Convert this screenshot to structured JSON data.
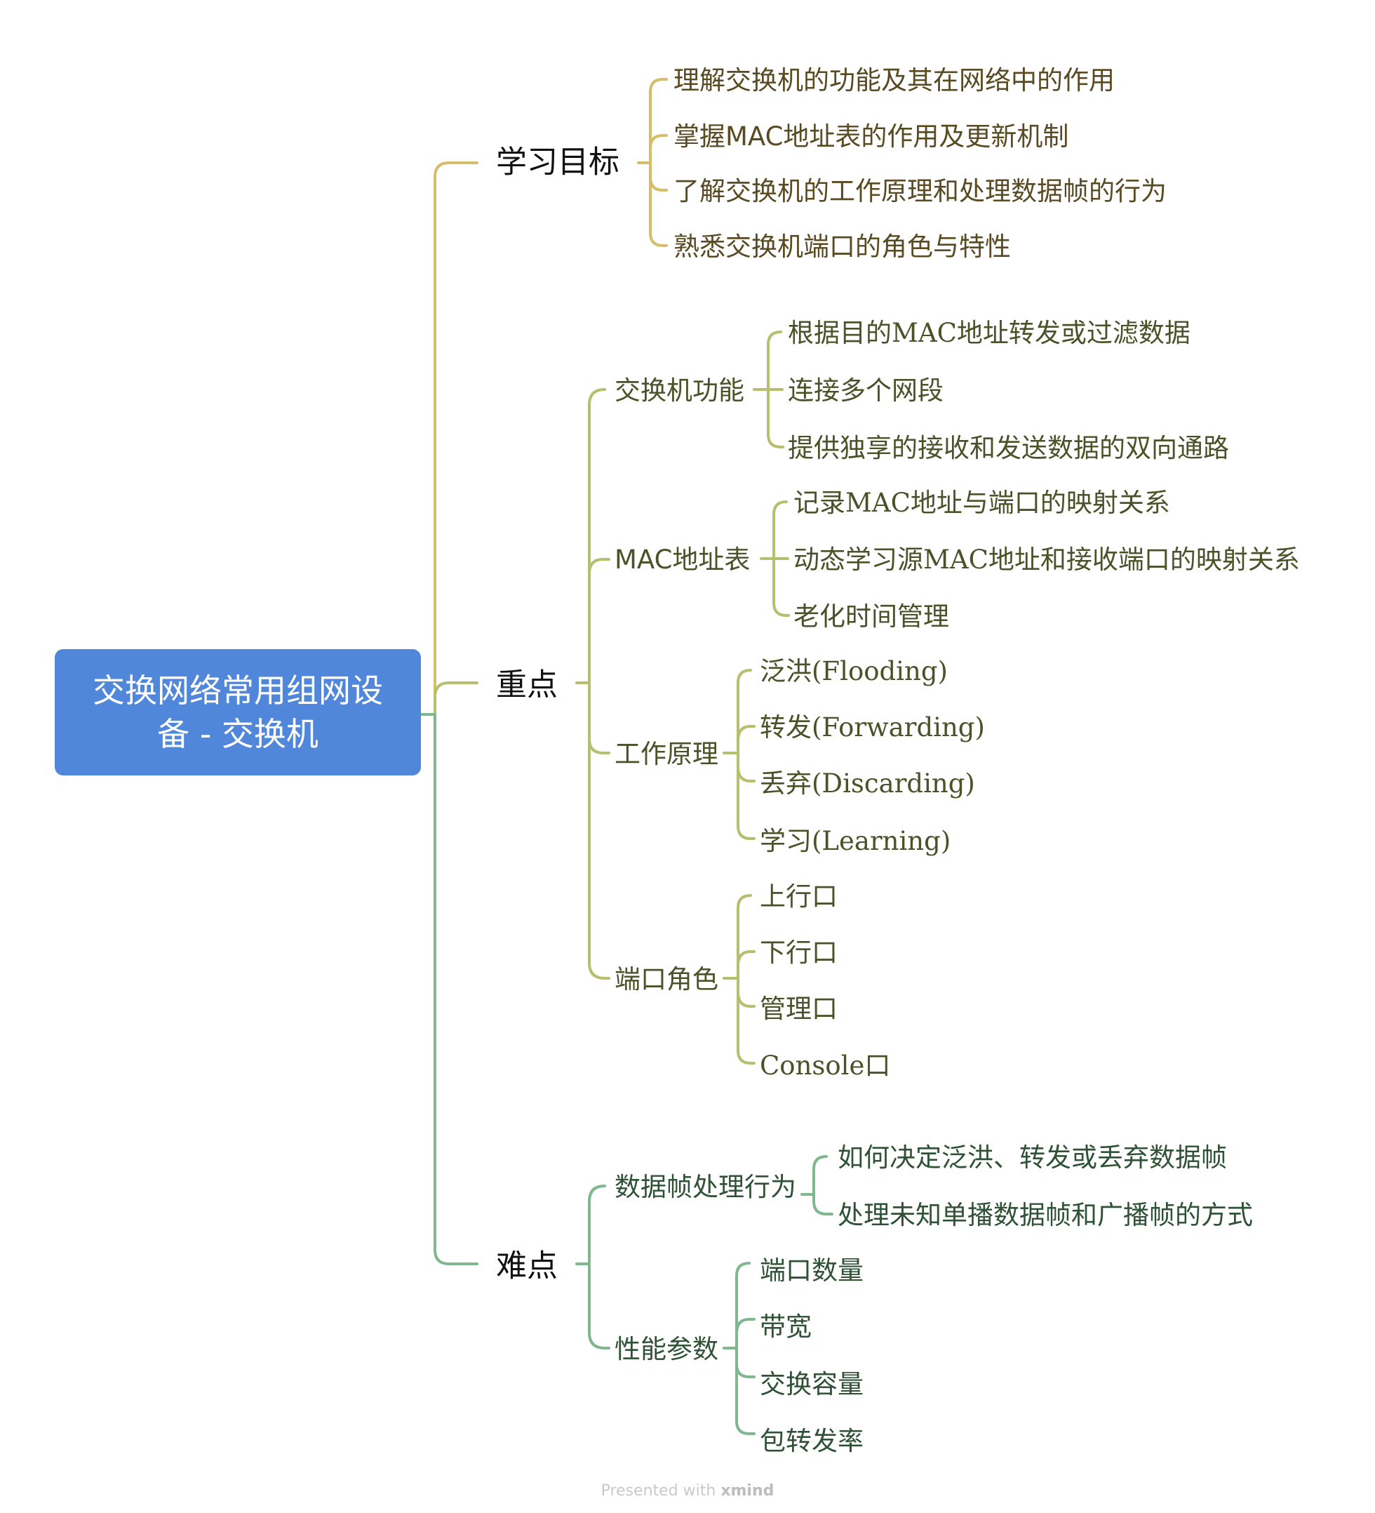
{
  "root": {
    "title": "交换网络常用组网设备 - 交换机",
    "color": "#5087DA"
  },
  "colors": {
    "goal": "#D4BE6A",
    "key": "#B5BF6E",
    "hard": "#7FB88E"
  },
  "branches": {
    "goals": {
      "label": "学习目标",
      "items": [
        "理解交换机的功能及其在网络中的作用",
        "掌握MAC地址表的作用及更新机制",
        "了解交换机的工作原理和处理数据帧的行为",
        "熟悉交换机端口的角色与特性"
      ]
    },
    "key": {
      "label": "重点",
      "groups": [
        {
          "label": "交换机功能",
          "items": [
            "根据目的MAC地址转发或过滤数据",
            "连接多个网段",
            "提供独享的接收和发送数据的双向通路"
          ]
        },
        {
          "label": "MAC地址表",
          "items": [
            "记录MAC地址与端口的映射关系",
            "动态学习源MAC地址和接收端口的映射关系",
            "老化时间管理"
          ]
        },
        {
          "label": "工作原理",
          "items": [
            "泛洪(Flooding)",
            "转发(Forwarding)",
            "丢弃(Discarding)",
            "学习(Learning)"
          ]
        },
        {
          "label": "端口角色",
          "items": [
            "上行口",
            "下行口",
            "管理口",
            "Console口"
          ]
        }
      ]
    },
    "hard": {
      "label": "难点",
      "groups": [
        {
          "label": "数据帧处理行为",
          "items": [
            "如何决定泛洪、转发或丢弃数据帧",
            "处理未知单播数据帧和广播帧的方式"
          ]
        },
        {
          "label": "性能参数",
          "items": [
            "端口数量",
            "带宽",
            "交换容量",
            "包转发率"
          ]
        }
      ]
    }
  },
  "footer": {
    "prefix": "Presented with ",
    "brand": "xmind"
  }
}
